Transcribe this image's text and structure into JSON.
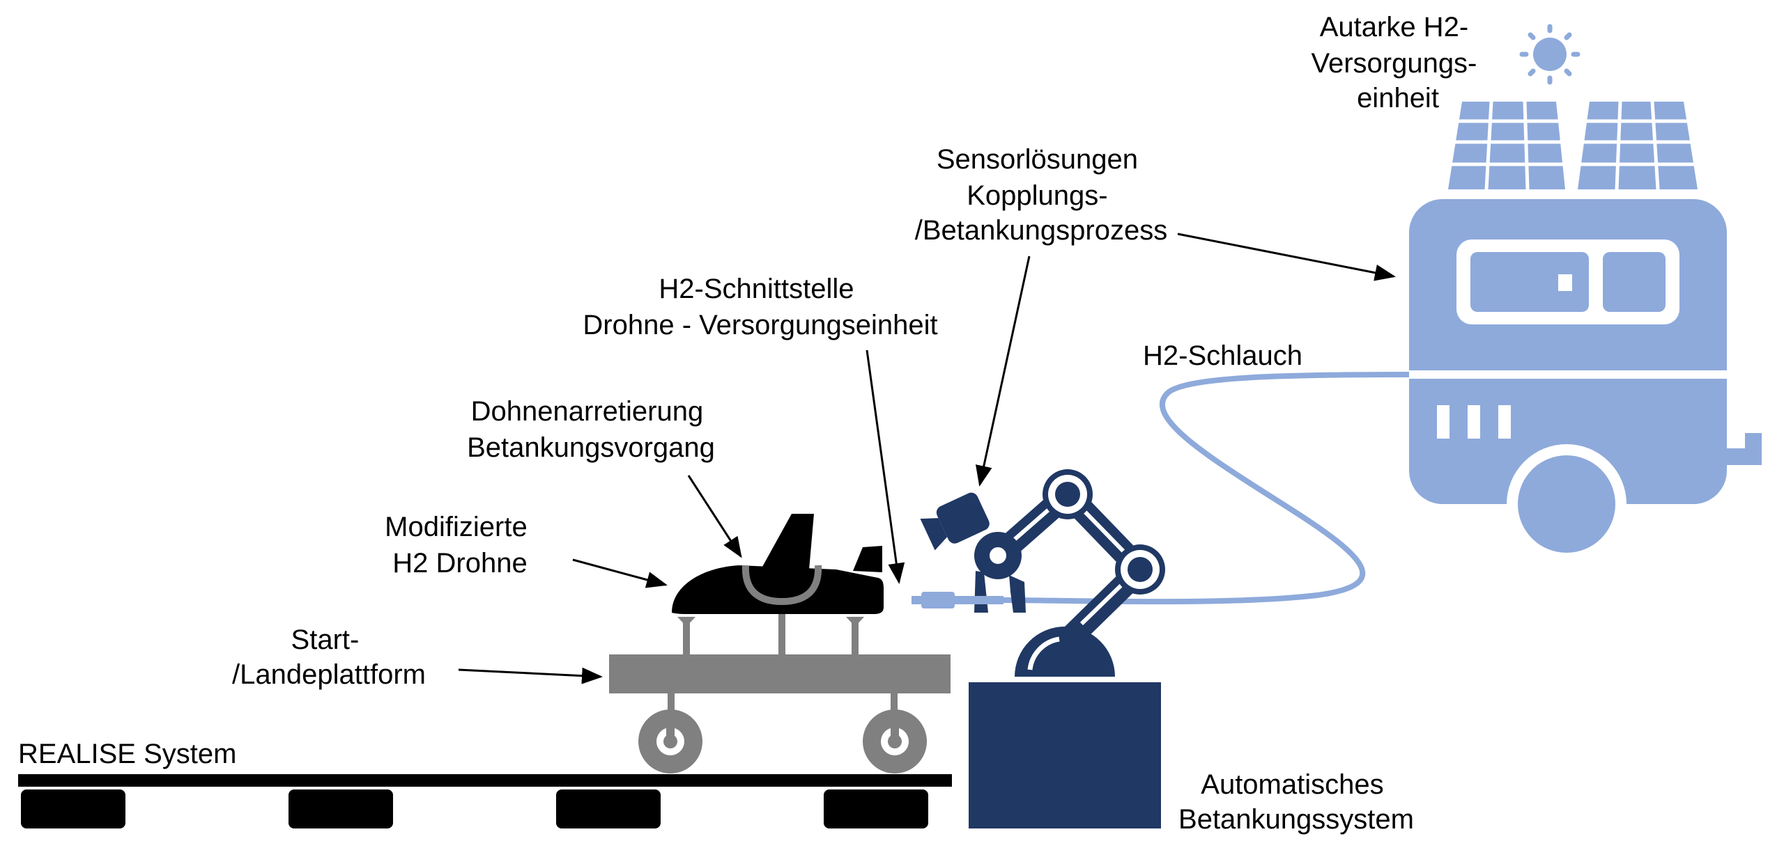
{
  "labels": {
    "supply_unit": [
      "Autarke H2-",
      "Versorgungs-",
      "einheit"
    ],
    "sensor": [
      "Sensorlösungen",
      "Kopplungs-",
      "/Betankungsprozess"
    ],
    "interface": [
      "H2-Schnittstelle",
      "Drohne - Versorgungseinheit"
    ],
    "hose": [
      "H2-Schlauch"
    ],
    "locking": [
      "Dohnenarretierung",
      "Betankungsvorgang"
    ],
    "drone": [
      "Modifizierte",
      "H2 Drohne"
    ],
    "platform": [
      "Start-",
      "/Landeplattform"
    ],
    "system": [
      "REALISE System"
    ],
    "refueling": [
      "Automatisches",
      "Betankungssystem"
    ]
  },
  "colors": {
    "supply": "#8eaadb",
    "robot": "#203864",
    "platform": "#808080",
    "rail": "#000000",
    "drone": "#000000"
  },
  "icons": [
    "sun-icon",
    "solar-panel-icon",
    "trailer-icon",
    "camera-icon",
    "robot-arm-icon",
    "drone-icon",
    "nozzle-icon",
    "wheel-icon"
  ]
}
